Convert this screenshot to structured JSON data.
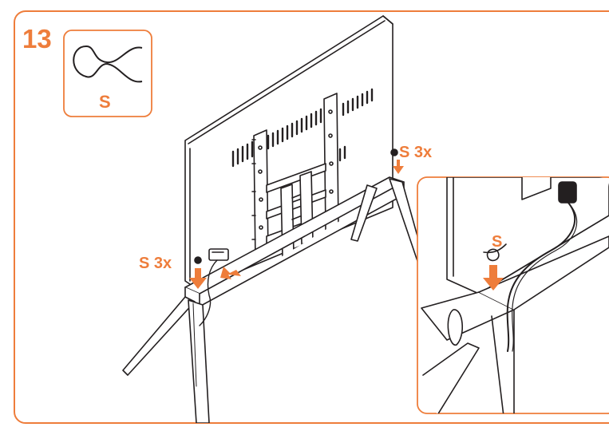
{
  "step": {
    "number": "13",
    "accent_color": "#ee7d3b",
    "line_color": "#231f20"
  },
  "part_legend": {
    "letter": "S",
    "icon": "cable-clip-icon"
  },
  "callouts": {
    "right_quantity": "S 3x",
    "left_quantity": "S 3x",
    "inset_letter": "S"
  }
}
